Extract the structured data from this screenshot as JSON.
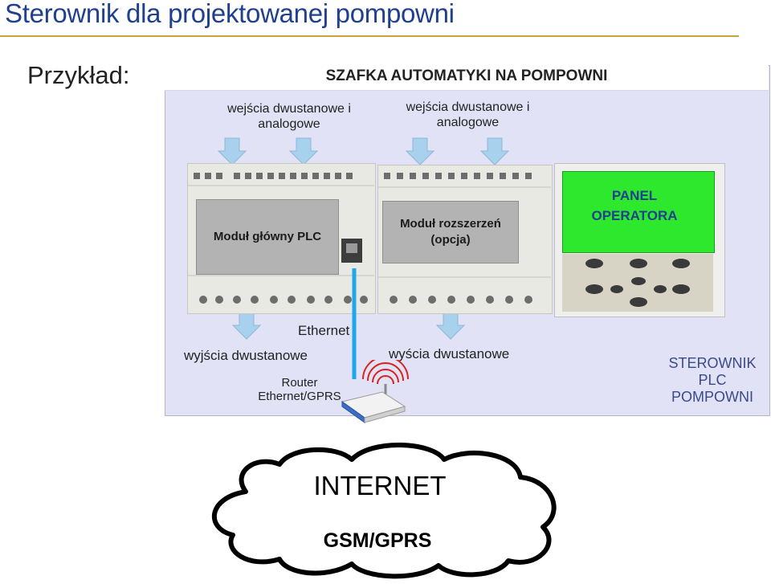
{
  "title": "Sterownik dla projektowanej pompowni",
  "example_label": "Przykład:",
  "cabinet": {
    "title": "SZAFKA AUTOMATYKI NA POMPOWNI",
    "inputs_left": "wejścia dwustanowe i analogowe",
    "inputs_right": "wejścia dwustanowe i analogowe",
    "plc_label": "Moduł główny PLC",
    "expansion_label": "Moduł rozszerzeń (opcja)",
    "panel_label": "PANEL OPERATORA",
    "ethernet_label": "Ethernet",
    "outputs_left": "wyjścia dwustanowe",
    "outputs_right": "wyścia dwustanowe",
    "router_label": "Router Ethernet/GPRS",
    "controller_label": "STEROWNIK PLC POMPOWNI"
  },
  "cloud": {
    "internet": "INTERNET",
    "gsm": "GSM/GPRS"
  },
  "colors": {
    "title": "#1f3f8f",
    "cabinet_bg": "#e2e2f6",
    "arrow_fill": "#a8d1ee",
    "ethernet_line": "#1fa8e8",
    "panel_screen": "#2ee82e",
    "module_label_bg": "#b3b3b3"
  },
  "icons": [
    "arrow-down-icon",
    "router-icon",
    "wifi-waves-icon",
    "cloud-shape"
  ]
}
